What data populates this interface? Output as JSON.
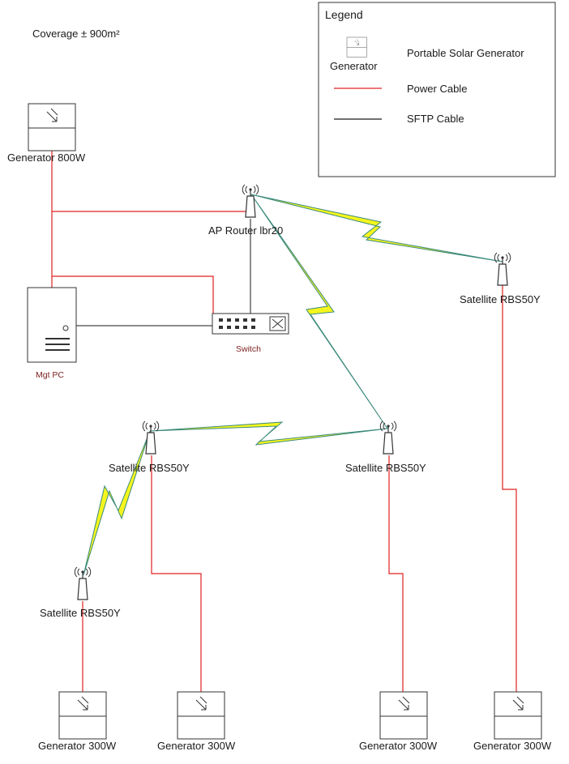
{
  "coverage": "Coverage ± 900m²",
  "legend": {
    "title": "Legend",
    "generator_icon_label": "Generator",
    "generator_desc": "Portable Solar Generator",
    "power_desc": "Power Cable",
    "sftp_desc": "SFTP Cable"
  },
  "colors": {
    "power_cable": "#e02020",
    "sftp_cable": "#1a1a1a",
    "wireless_fill": "#f5f51e",
    "wireless_edge": "#3a8a7a"
  },
  "nodes": {
    "gen_main": "Generator 800W",
    "ap_router": "AP Router lbr20",
    "mgt_pc": "Mgt PC",
    "switch": "Switch",
    "sat_right": "Satellite RBS50Y",
    "sat_mid_left": "Satellite RBS50Y",
    "sat_mid_right": "Satellite RBS50Y",
    "sat_low_left": "Satellite RBS50Y",
    "gen_b1": "Generator 300W",
    "gen_b2": "Generator 300W",
    "gen_b3": "Generator 300W",
    "gen_b4": "Generator 300W"
  }
}
